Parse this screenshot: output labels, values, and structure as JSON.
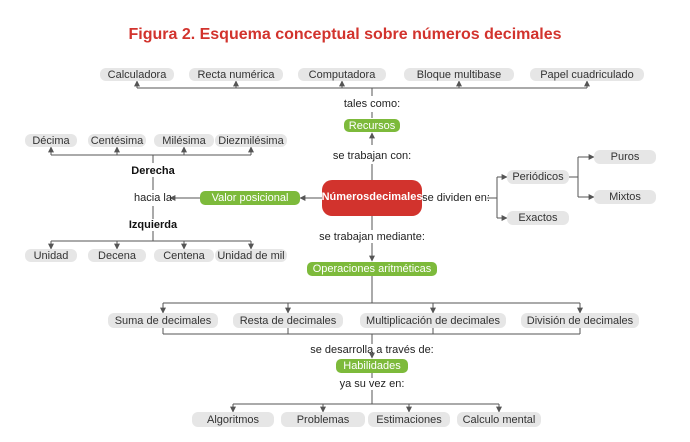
{
  "title": "Figura 2. Esquema conceptual sobre números decimales",
  "colors": {
    "title": "#d2332d",
    "central": "#d2332d",
    "category": "#7dba3b",
    "concept": "#e6e6e6",
    "line": "#555555"
  },
  "central": {
    "line1": "Números",
    "line2": "decimales"
  },
  "recursos": {
    "connector_top": "tales como:",
    "label": "Recursos",
    "connector_bottom": "se trabajan con:",
    "items": [
      "Calculadora",
      "Recta numérica",
      "Computadora",
      "Bloque multibase",
      "Papel cuadriculado"
    ]
  },
  "valor_posicional": {
    "label": "Valor posicional",
    "derecha": "Derecha",
    "hacia": "hacia la",
    "izquierda": "Izquierda",
    "right_items": [
      "Décima",
      "Centésima",
      "Milésima",
      "Diezmilésima"
    ],
    "left_items": [
      "Unidad",
      "Decena",
      "Centena",
      "Unidad de mil"
    ]
  },
  "clasificacion": {
    "connector": "se dividen en:",
    "periodicos": "Periódicos",
    "puros": "Puros",
    "mixtos": "Mixtos",
    "exactos": "Exactos"
  },
  "operaciones": {
    "connector": "se trabajan mediante:",
    "label": "Operaciones aritméticas",
    "items": [
      "Suma de decimales",
      "Resta de decimales",
      "Multiplicación de decimales",
      "División de decimales"
    ]
  },
  "habilidades": {
    "connector_top": "se desarrolla a través de:",
    "label": "Habilidades",
    "connector_bottom": "ya su vez en:",
    "items": [
      "Algoritmos",
      "Problemas",
      "Estimaciones",
      "Calculo mental"
    ]
  }
}
